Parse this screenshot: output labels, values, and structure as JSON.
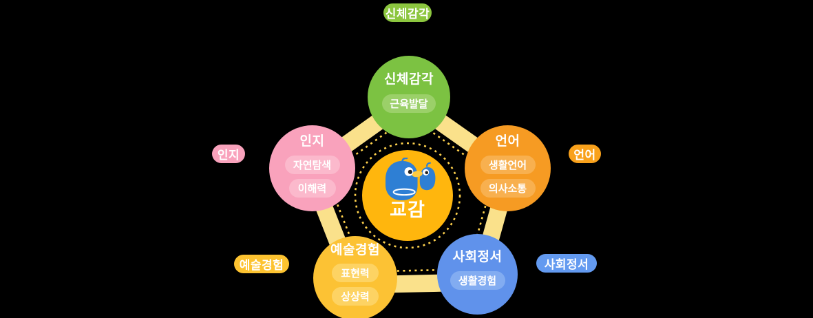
{
  "diagram": {
    "title_concept": "교감",
    "center": {
      "label": "교감",
      "mascot": "blue-bird-duck-mascot",
      "bg_color": "#FFB60D",
      "mascot_color": "#2E7FD4",
      "beak_color": "#FFCB40"
    },
    "nodes": [
      {
        "key": "physical-senses",
        "title": "신체감각",
        "pills": [
          "근육발달"
        ],
        "bg_color": "#7CC242",
        "pill_color": "#9BD069",
        "outer_label": "신체감각",
        "outer_color": "#8CC63F",
        "position": "top"
      },
      {
        "key": "cognition",
        "title": "인지",
        "pills": [
          "자연탐색",
          "이해력"
        ],
        "bg_color": "#F9A2BC",
        "pill_color": "#FBB9CC",
        "outer_label": "인지",
        "outer_color": "#F9A2BC",
        "position": "upper-left"
      },
      {
        "key": "language",
        "title": "언어",
        "pills": [
          "생활언어",
          "의사소통"
        ],
        "bg_color": "#F69B23",
        "pill_color": "#F8B04F",
        "outer_label": "언어",
        "outer_color": "#F9A11B",
        "position": "upper-right"
      },
      {
        "key": "art-experience",
        "title": "예술경험",
        "pills": [
          "표현력",
          "상상력"
        ],
        "bg_color": "#FCC234",
        "pill_color": "#FDD363",
        "outer_label": "예술경험",
        "outer_color": "#FDC330",
        "position": "lower-left"
      },
      {
        "key": "social-emotional",
        "title": "사회정서",
        "pills": [
          "생활경험"
        ],
        "bg_color": "#6092EB",
        "pill_color": "#82ACF1",
        "outer_label": "사회정서",
        "outer_color": "#639AF0",
        "position": "lower-right"
      }
    ],
    "pentagon": {
      "band_color": "#FAE18B",
      "dotted_line_color": "#FFD24D",
      "background_color": "#000000"
    }
  }
}
